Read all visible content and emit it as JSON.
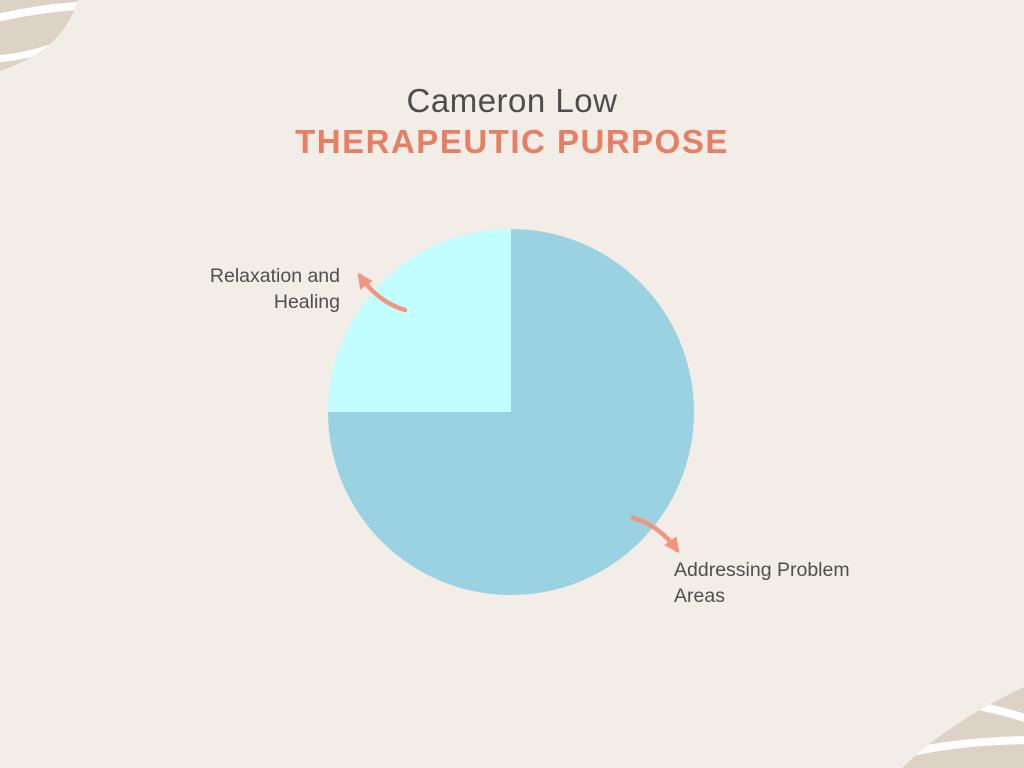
{
  "header": {
    "title": "Cameron Low",
    "subtitle": "THERAPEUTIC PURPOSE"
  },
  "chart_data": {
    "type": "pie",
    "title": "Cameron Low - THERAPEUTIC PURPOSE",
    "start_angle_deg": -90,
    "direction": "clockwise",
    "legend_position": "callout-labels-with-arrows",
    "slices": [
      {
        "label": "Addressing Problem Areas",
        "value": 75,
        "color": "#9AD2E2"
      },
      {
        "label": "Relaxation and Healing",
        "value": 25,
        "color": "#C2FDFF"
      }
    ]
  },
  "icons": {
    "arrow_to_relaxation": "curved-arrow-up-left",
    "arrow_to_addressing": "curved-arrow-down-right",
    "corner_decorations": "leaf-with-white-veins"
  },
  "colors": {
    "background": "#F2EDE6",
    "decoration": "#DCD2C5",
    "stripe": "#FFFFFF",
    "title": "#4D4D4D",
    "accent": "#E87F64",
    "label": "#4F4F4F",
    "arrow": "#F29580"
  }
}
